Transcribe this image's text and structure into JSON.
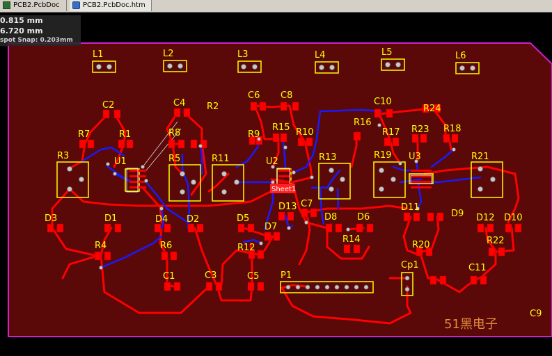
{
  "tabs": [
    {
      "label": "PCB2.PcbDoc",
      "icon": "pcb-doc-icon"
    },
    {
      "label": "PCB2.PcbDoc.htm",
      "icon": "html-doc-icon"
    }
  ],
  "readout": {
    "x": "0.815 mm",
    "y": "6.720 mm",
    "snap": "spot Snap: 0.203mm"
  },
  "colors": {
    "board": "#5a0808",
    "outline": "#d020d0",
    "top_track": "#ff0000",
    "bottom_track": "#1a1aff",
    "silk": "#ffff00",
    "pad": "#c8c8c8",
    "watermark": "#e08a3a"
  },
  "designators": {
    "L1": "L1",
    "L2": "L2",
    "L3": "L3",
    "L4": "L4",
    "L5": "L5",
    "L6": "L6",
    "C2": "C2",
    "C4": "C4",
    "R2": "R2",
    "C6": "C6",
    "C8": "C8",
    "C10": "C10",
    "R24": "R24",
    "R7": "R7",
    "R1": "R1",
    "R8": "R8",
    "R9": "R9",
    "R15": "R15",
    "R10": "R10",
    "R16": "R16",
    "R17": "R17",
    "R23": "R23",
    "R18": "R18",
    "R3": "R3",
    "U1": "U1",
    "R5": "R5",
    "R11": "R11",
    "U2": "U2",
    "R13": "R13",
    "R19": "R19",
    "U3": "U3",
    "R21": "R21",
    "D3": "D3",
    "D1": "D1",
    "D4": "D4",
    "D2": "D2",
    "D5": "D5",
    "D13": "D13",
    "C7": "C7",
    "D8": "D8",
    "D6": "D6",
    "D11": "D11",
    "D9": "D9",
    "D12": "D12",
    "D10": "D10",
    "R4": "R4",
    "R6": "R6",
    "D7": "D7",
    "R12": "R12",
    "R14": "R14",
    "R20": "R20",
    "R22": "R22",
    "C1": "C1",
    "C3": "C3",
    "C5": "C5",
    "P1": "P1",
    "Cp1": "Cp1",
    "C11": "C11",
    "C9": "C9"
  },
  "sheet_label": "Sheet1",
  "watermark": "51黑电子"
}
